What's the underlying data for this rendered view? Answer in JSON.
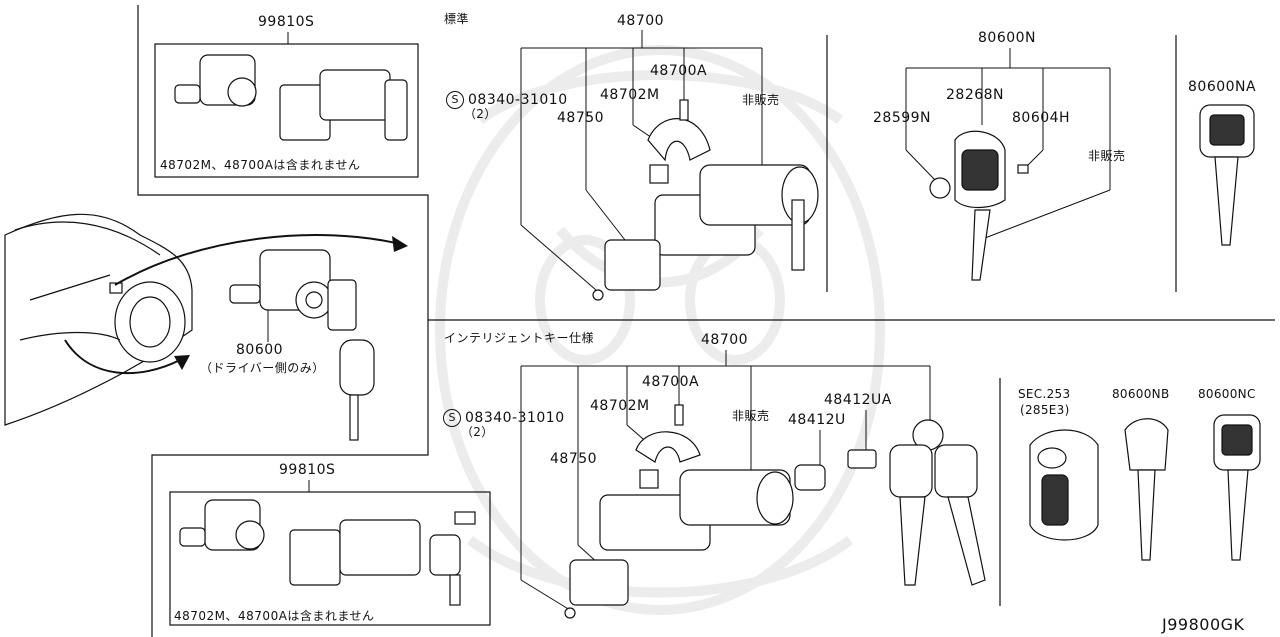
{
  "labels": {
    "top_left_box": "99810S",
    "top_left_note": "48702M、48700Aは含まれません",
    "driver_part": "80600",
    "driver_note": "（ドライバー側のみ）",
    "bottom_left_box": "99810S",
    "bottom_left_note": "48702M、48700Aは含まれません",
    "std_heading": "標準",
    "std_48700": "48700",
    "std_48700A": "48700A",
    "std_48702M": "48702M",
    "std_nonsale": "非販売",
    "std_screw_code": "08340-31010",
    "std_screw_qty": "（2）",
    "std_48750": "48750",
    "smark": "S",
    "intel_heading": "インテリジェントキー仕様",
    "intel_48700": "48700",
    "intel_48700A": "48700A",
    "intel_48702M": "48702M",
    "intel_nonsale": "非販売",
    "intel_48412U": "48412U",
    "intel_48412UA": "48412UA",
    "intel_screw_code": "08340-31010",
    "intel_screw_qty": "（2）",
    "intel_48750": "48750",
    "key_80600N": "80600N",
    "key_28268N": "28268N",
    "key_28599N": "28599N",
    "key_80604H": "80604H",
    "key_nonsale": "非販売",
    "key_80600NA": "80600NA",
    "sec": "SEC.253",
    "sec_ref": "(285E3)",
    "key_80600NB": "80600NB",
    "key_80600NC": "80600NC",
    "diagram_code": "J99800GK"
  }
}
